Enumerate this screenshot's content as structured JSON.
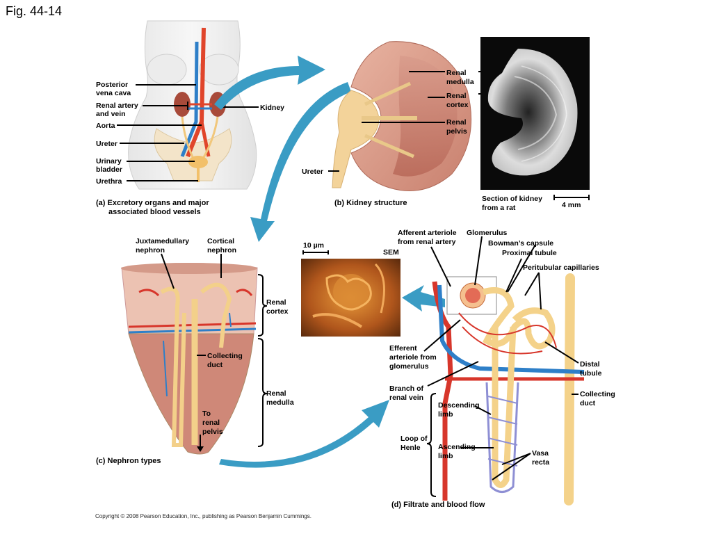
{
  "figure_title": "Fig. 44-14",
  "copyright": "Copyright © 2008 Pearson Education, Inc., publishing as Pearson Benjamin Cummings.",
  "panel_a": {
    "caption_line1": "(a) Excretory organs and major",
    "caption_line2": "associated blood vessels",
    "labels": {
      "posterior_vena_cava": [
        "Posterior",
        "vena cava"
      ],
      "renal_artery_vein": [
        "Renal artery",
        "and vein"
      ],
      "aorta": "Aorta",
      "ureter": "Ureter",
      "urinary_bladder": [
        "Urinary",
        "bladder"
      ],
      "urethra": "Urethra",
      "kidney": "Kidney"
    }
  },
  "panel_b": {
    "caption": "(b) Kidney structure",
    "labels": {
      "renal_medulla": [
        "Renal",
        "medulla"
      ],
      "renal_cortex": [
        "Renal",
        "cortex"
      ],
      "renal_pelvis": [
        "Renal",
        "pelvis"
      ],
      "ureter": "Ureter"
    },
    "micrograph_caption": [
      "Section of kidney",
      "from a rat"
    ],
    "scale_bar": "4 mm"
  },
  "panel_c": {
    "caption": "(c) Nephron types",
    "labels": {
      "juxtamedullary": [
        "Juxtamedullary",
        "nephron"
      ],
      "cortical": [
        "Cortical",
        "nephron"
      ],
      "renal_cortex": [
        "Renal",
        "cortex"
      ],
      "renal_medulla": [
        "Renal",
        "medulla"
      ],
      "collecting_duct": [
        "Collecting",
        "duct"
      ],
      "to_renal_pelvis": [
        "To",
        "renal",
        "pelvis"
      ]
    }
  },
  "sem": {
    "label": "SEM",
    "scale_bar": "10 µm"
  },
  "panel_d": {
    "caption": "(d) Filtrate and blood flow",
    "labels": {
      "afferent": [
        "Afferent arteriole",
        "from renal artery"
      ],
      "glomerulus": "Glomerulus",
      "bowmans": "Bowman’s capsule",
      "proximal": "Proximal tubule",
      "peritubular": "Peritubular capillaries",
      "efferent": [
        "Efferent",
        "arteriole from",
        "glomerulus"
      ],
      "branch_vein": [
        "Branch of",
        "renal vein"
      ],
      "distal": [
        "Distal",
        "tubule"
      ],
      "collecting_duct": [
        "Collecting",
        "duct"
      ],
      "descending": [
        "Descending",
        "limb"
      ],
      "loop": [
        "Loop of",
        "Henle"
      ],
      "ascending": [
        "Ascending",
        "limb"
      ],
      "vasa_recta": [
        "Vasa",
        "recta"
      ]
    }
  },
  "colors": {
    "arrow_blue": "#3a9cc4",
    "artery_red": "#d7362b",
    "vein_blue": "#2e7fc8",
    "tubule_yellow": "#f4d28a",
    "cortex_pink": "#e9b7a6",
    "medulla_rose": "#c9786a"
  }
}
